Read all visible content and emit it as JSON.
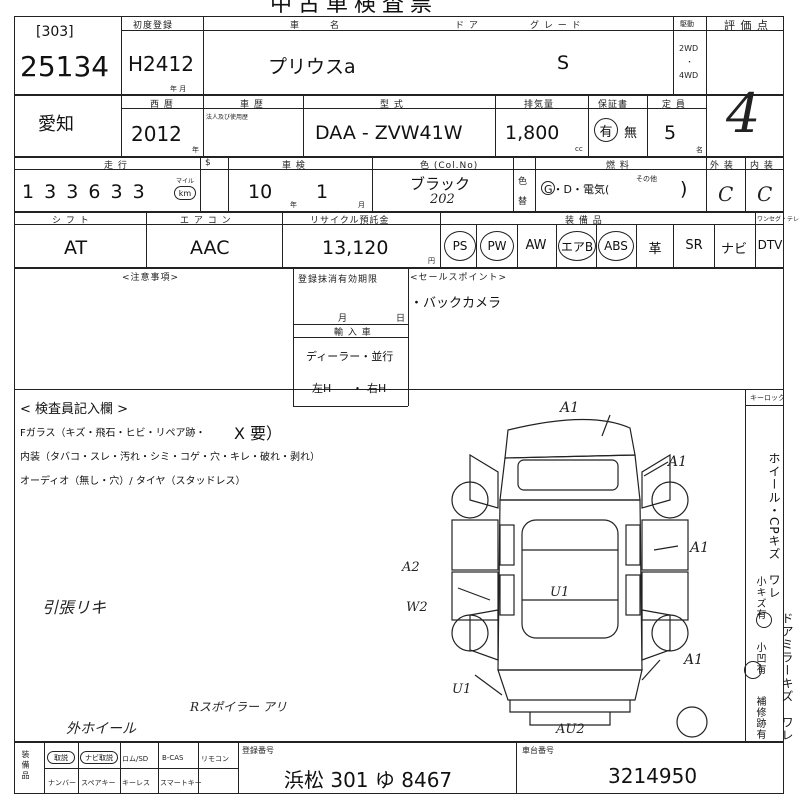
{
  "header": {
    "title": "中古車検査票"
  },
  "lot": {
    "code": "[303]",
    "number": "25134"
  },
  "first_reg": {
    "label": "初度登録",
    "value": "H2412",
    "sub": "年  月"
  },
  "car_name": {
    "label": "車　　　名",
    "value": "プリウスa"
  },
  "doors": {
    "label": "ド ア"
  },
  "grade": {
    "label": "グ レ ー ド",
    "value": "S"
  },
  "drive": {
    "label": "駆動",
    "opt1": "2WD",
    "sep": "・",
    "opt2": "4WD"
  },
  "score": {
    "label": "評 価 点",
    "value": "4"
  },
  "region": {
    "value": "愛知"
  },
  "year": {
    "label": "西 暦",
    "value": "2012",
    "unit": "年"
  },
  "history": {
    "label": "車 歴",
    "note": "法人及び使用歴"
  },
  "model": {
    "label": "型 式",
    "value": "DAA - ZVW41W"
  },
  "displacement": {
    "label": "排気量",
    "value": "1,800",
    "unit": "cc"
  },
  "warranty": {
    "label": "保証書",
    "yes": "有",
    "no": "無"
  },
  "capacity": {
    "label": "定 員",
    "value": "5",
    "unit": "名"
  },
  "mileage": {
    "label": "走 行",
    "value": "1 3 3  6 3 3",
    "unit_mile": "マイル",
    "unit_km": "km"
  },
  "shift_unit": {
    "label": "$"
  },
  "inspection": {
    "label": "車 検",
    "year": "10",
    "year_unit": "年",
    "month": "1",
    "month_unit": "月"
  },
  "color": {
    "label": "色 (Col.No)",
    "value": "ブラック",
    "code": "202",
    "change_label_1": "色",
    "change_label_2": "替"
  },
  "fuel": {
    "label": "燃 料",
    "value": "G・D・電気(",
    "other": "その他",
    "close": ")"
  },
  "exterior": {
    "label": "外 装",
    "value": "C"
  },
  "interior": {
    "label": "内 装",
    "value": "C"
  },
  "shift": {
    "label": "シ フ ト",
    "value": "AT"
  },
  "aircon": {
    "label": "エ ア コ ン",
    "value": "AAC"
  },
  "recycle": {
    "label": "リサイクル預託金",
    "value": "13,120",
    "unit": "円"
  },
  "equipment": {
    "label": "装 備 品",
    "items": [
      "PS",
      "PW",
      "AW",
      "エアB",
      "ABS",
      "革",
      "SR",
      "ナビ"
    ],
    "tv_label": "ワンセグ・テレビ",
    "tv": "DTV"
  },
  "notes": {
    "label": "<注意事項>"
  },
  "reg_expiry": {
    "label": "登録抹消有効期限",
    "month": "月",
    "day": "日"
  },
  "import": {
    "label": "輸 入 車",
    "dealer": "ディーラー・並行",
    "left": "左H",
    "dot": "・",
    "right": "右H"
  },
  "sales_points": {
    "label": "<セールスポイント>",
    "item": "・バックカメラ"
  },
  "inspector": {
    "label": "< 検査員記入欄 >",
    "line1": "Fガラス（キズ・飛石・ヒビ・リペア跡・",
    "line1_mark": "X 要）",
    "line2": "内装（タバコ・スレ・汚れ・シミ・コゲ・穴・キレ・破れ・剥れ）",
    "line3": "オーディオ（無し・穴）/ タイヤ（スタッドレス）",
    "handwritten_1": "引張リキ",
    "handwritten_2": "Rスポイラー アリ",
    "handwritten_3": "外ホイール"
  },
  "diagram_marks": {
    "a1_top": "A1",
    "a1_right1": "A1",
    "a1_right2": "A1",
    "a1_right3": "A1",
    "a2": "A2",
    "w2": "W2",
    "u1_center": "U1",
    "u1_bottom": "U1",
    "au2": "AU2"
  },
  "right_strip": {
    "label": "キーロック",
    "text": "ホイール・CPキズ　ワレ",
    "text2": "ドアミラーキズ　ワレ",
    "sub1": "小キズ有",
    "sub2": "小凹有",
    "sub3": "補修跡有"
  },
  "footer": {
    "label_1": "装 備 品",
    "items_row1": [
      "取説",
      "ナビ取説",
      "ロム/SD",
      "B-CAS",
      "リモコン"
    ],
    "items_row2": [
      "ナンバー",
      "スペアキー",
      "キーレス",
      "スマートキー"
    ],
    "plate_label": "登録番号",
    "plate": "浜松 301 ゆ 8467",
    "chassis_label": "車台番号",
    "chassis": "3214950"
  }
}
